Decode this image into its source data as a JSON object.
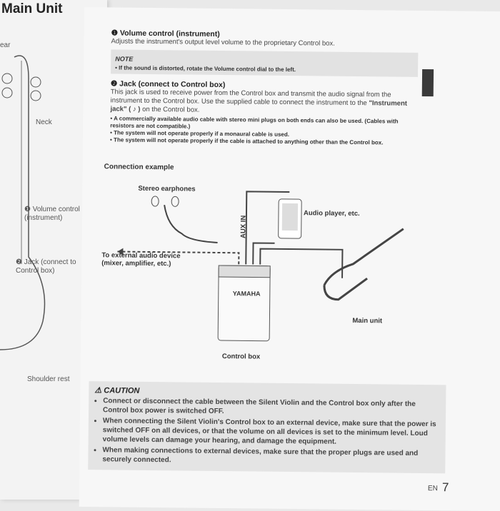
{
  "left_page": {
    "title": "Main Unit",
    "view_label": "ear",
    "labels": {
      "neck": "Neck",
      "volume": "❶ Volume control (instrument)",
      "jack": "❷ Jack (connect to Control box)",
      "shoulder": "Shoulder rest"
    }
  },
  "right_page": {
    "s1_title": "❶ Volume control (instrument)",
    "s1_text": "Adjusts the instrument's output level volume to the proprietary Control box.",
    "note_title": "NOTE",
    "note_text": "• If the sound is distorted, rotate the Volume control dial to the left.",
    "s2_title": "❷ Jack (connect to Control box)",
    "s2_text": "This jack is used to receive power from the Control box and transmit the audio signal from the instrument to the Control box. Use the supplied cable to connect the instrument to the",
    "s2_bold": "\"Instrument jack\" ( ♪ )",
    "s2_tail": " on the Control box.",
    "bullets": [
      "• A commercially available audio cable with stereo mini plugs on both ends can also be used. (Cables with resistors are not compatible.)",
      "• The system will not operate properly if a monaural cable is used.",
      "• The system will not operate properly if the cable is attached to anything other than the Control box."
    ],
    "diagram": {
      "heading": "Connection example",
      "earphones": "Stereo earphones",
      "aux": "AUX IN",
      "audio_player": "Audio player, etc.",
      "external": "To external audio device (mixer, amplifier, etc.)",
      "brand": "YAMAHA",
      "control_box": "Control box",
      "main_unit": "Main unit"
    },
    "caution_title": "⚠ CAUTION",
    "caution": [
      "Connect or disconnect the cable between the Silent Violin and the Control box only after the Control box power is switched OFF.",
      "When connecting the Silent Violin's Control box to an external device, make sure that the power is switched OFF on all devices, or that the volume on all devices is set to the minimum level. Loud volume levels can damage your hearing, and damage the equipment.",
      "When making connections to external devices, make sure that the proper plugs are used and securely connected."
    ],
    "page_lang": "EN",
    "page_number": "7"
  }
}
